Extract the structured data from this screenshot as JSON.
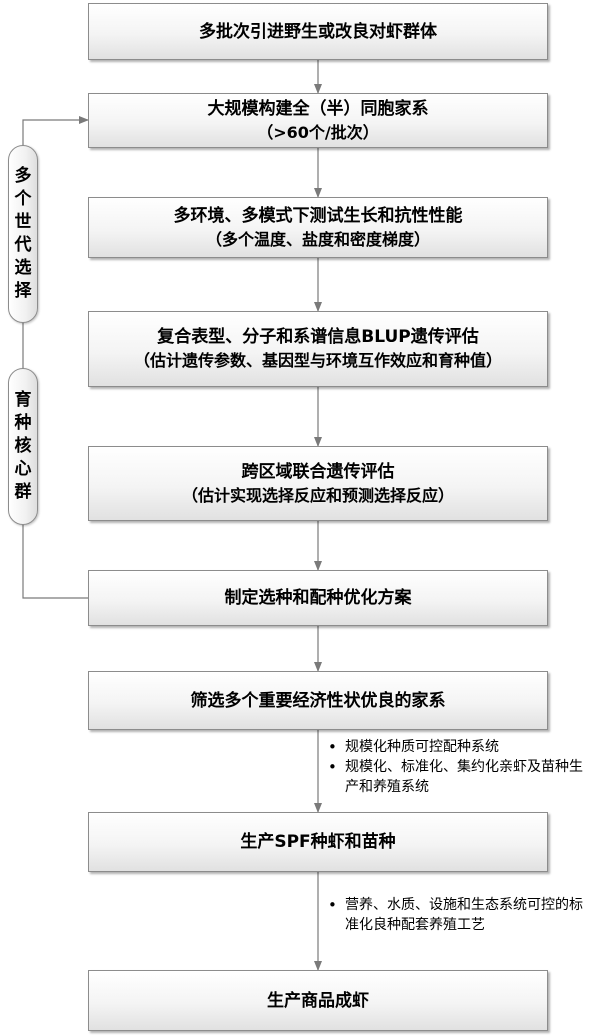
{
  "flow": {
    "steps": [
      {
        "line1": "多批次引进野生或改良对虾群体",
        "line2": ""
      },
      {
        "line1": "大规模构建全（半）同胞家系",
        "line2": "（>60个/批次）"
      },
      {
        "line1": "多环境、多模式下测试生长和抗性性能",
        "line2": "（多个温度、盐度和密度梯度）"
      },
      {
        "line1": "复合表型、分子和系谱信息BLUP遗传评估",
        "line2": "（估计遗传参数、基因型与环境互作效应和育种值）"
      },
      {
        "line1": "跨区域联合遗传评估",
        "line2": "（估计实现选择反应和预测选择反应）"
      },
      {
        "line1": "制定选种和配种优化方案",
        "line2": ""
      },
      {
        "line1": "筛选多个重要经济性状优良的家系",
        "line2": ""
      },
      {
        "line1": "生产SPF种虾和苗种",
        "line2": ""
      },
      {
        "line1": "生产商品成虾",
        "line2": ""
      }
    ],
    "side_labels": [
      {
        "chars": [
          "多",
          "个",
          "世",
          "代",
          "选",
          "择"
        ]
      },
      {
        "chars": [
          "育",
          "种",
          "核",
          "心",
          "群"
        ]
      }
    ],
    "notes_a": [
      "规模化种质可控配种系统",
      "规模化、标准化、集约化亲虾及苗种生产和养殖系统"
    ],
    "notes_b": [
      "营养、水质、设施和生态系统可控的标准化良种配套养殖工艺"
    ]
  },
  "colors": {
    "box_border": "#8c8c8c",
    "arrow": "#7a7a7a",
    "text": "#000000"
  }
}
